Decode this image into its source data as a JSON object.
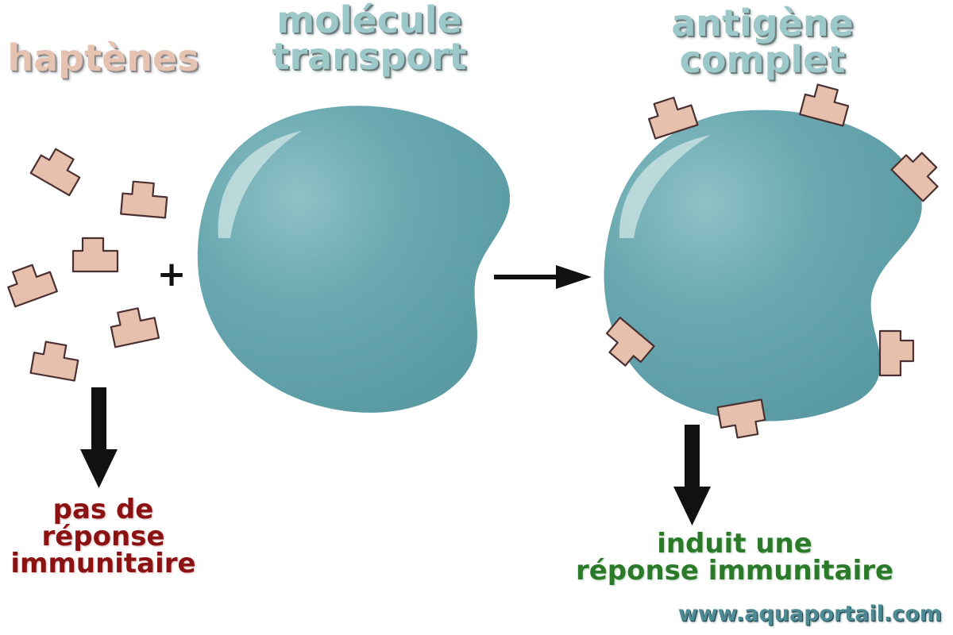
{
  "labels": {
    "haptens": "haptènes",
    "carrier_line1": "molécule",
    "carrier_line2": "transport",
    "antigen_line1": "antigène",
    "antigen_line2": "complet",
    "plus": "+",
    "no_response_line1": "pas de",
    "no_response_line2": "réponse",
    "no_response_line3": "immunitaire",
    "induces_line1": "induit une",
    "induces_line2": "réponse immunitaire",
    "website": "www.aquaportail.com"
  },
  "colors": {
    "hapten_fill": "#e7c0ad",
    "hapten_stroke": "#4a3030",
    "molecule_fill": "#6aa9b1",
    "molecule_highlight": "#a9d2d4",
    "arrow": "#111111",
    "no_response_text": "#8b1212",
    "induces_text": "#2a7a2a",
    "title_hapten": "#e6c3b1",
    "title_teal": "#9dc8c9",
    "website_text": "#4d8a93"
  }
}
